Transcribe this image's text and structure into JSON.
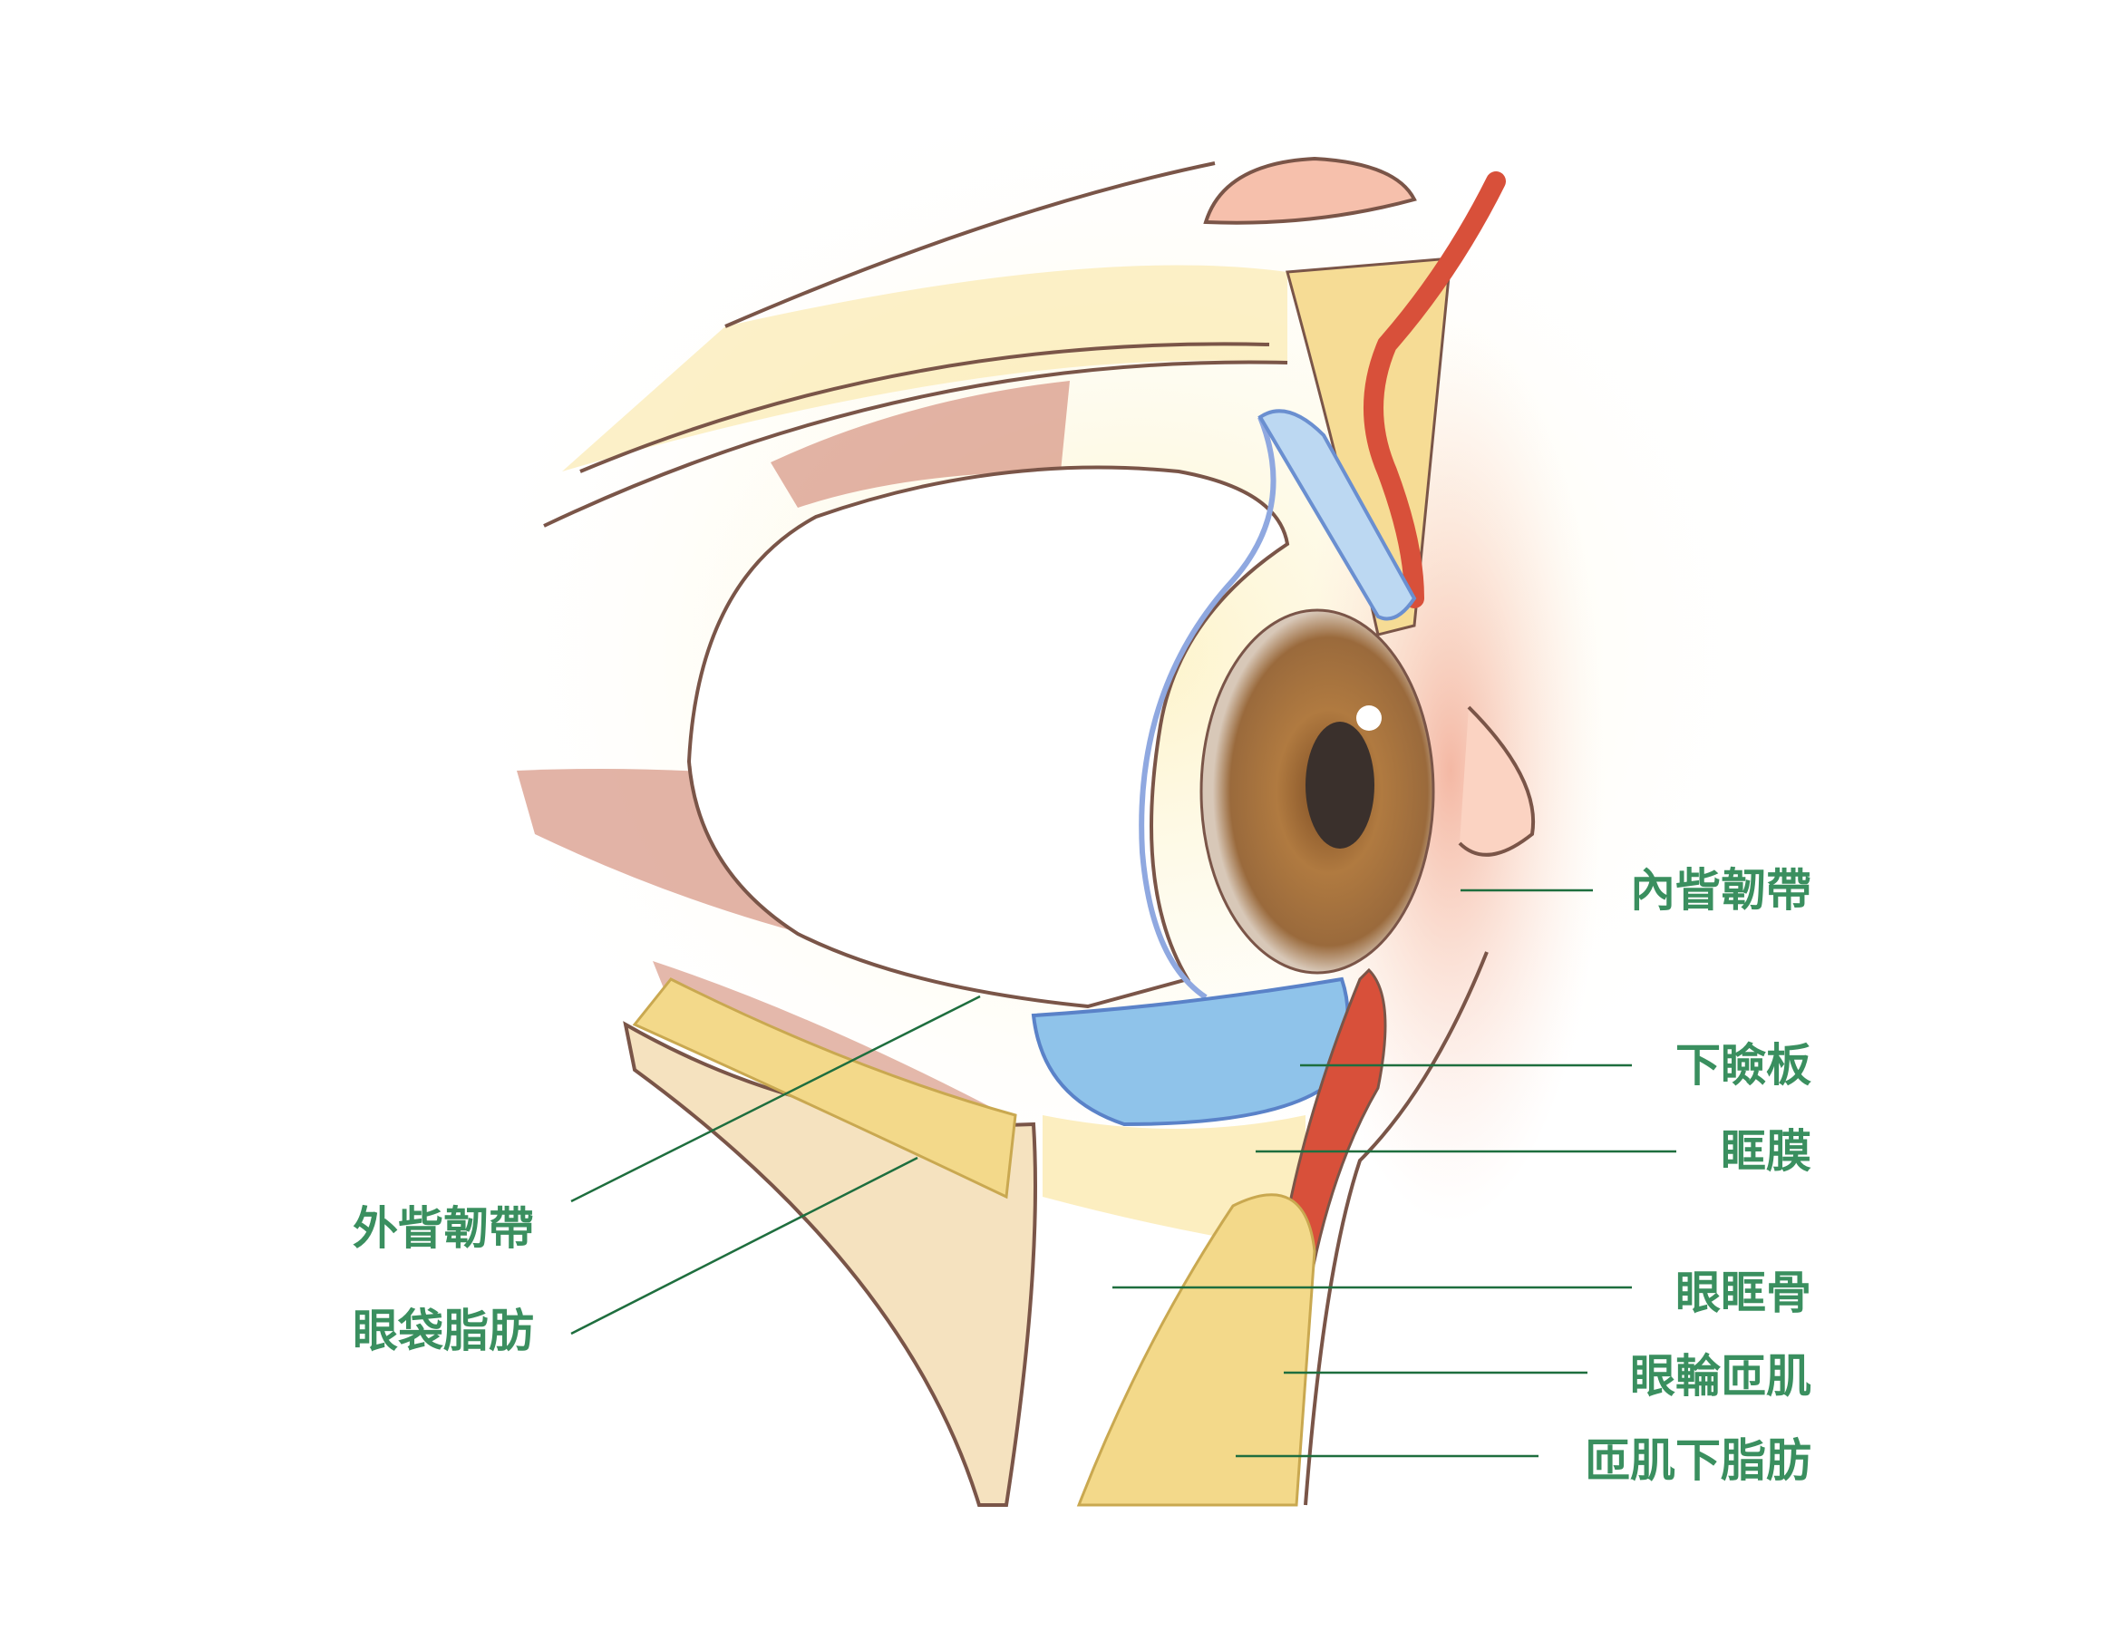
{
  "diagram": {
    "subject": "eye-sagittal-anatomy",
    "colors": {
      "label": "#3a8f5f",
      "leader": "#1e6e3e",
      "outline": "#7a5548",
      "tarsus": "#8fc3ea",
      "muscle": "#d89a88",
      "fat": "#f3d98a",
      "iris": "#9a6a3c"
    },
    "labels_right": [
      "內眥韌帶",
      "下瞼板",
      "眶膜",
      "眼眶骨",
      "眼輪匝肌",
      "匝肌下脂肪"
    ],
    "labels_left": [
      "外眥韌帶",
      "眼袋脂肪"
    ]
  }
}
